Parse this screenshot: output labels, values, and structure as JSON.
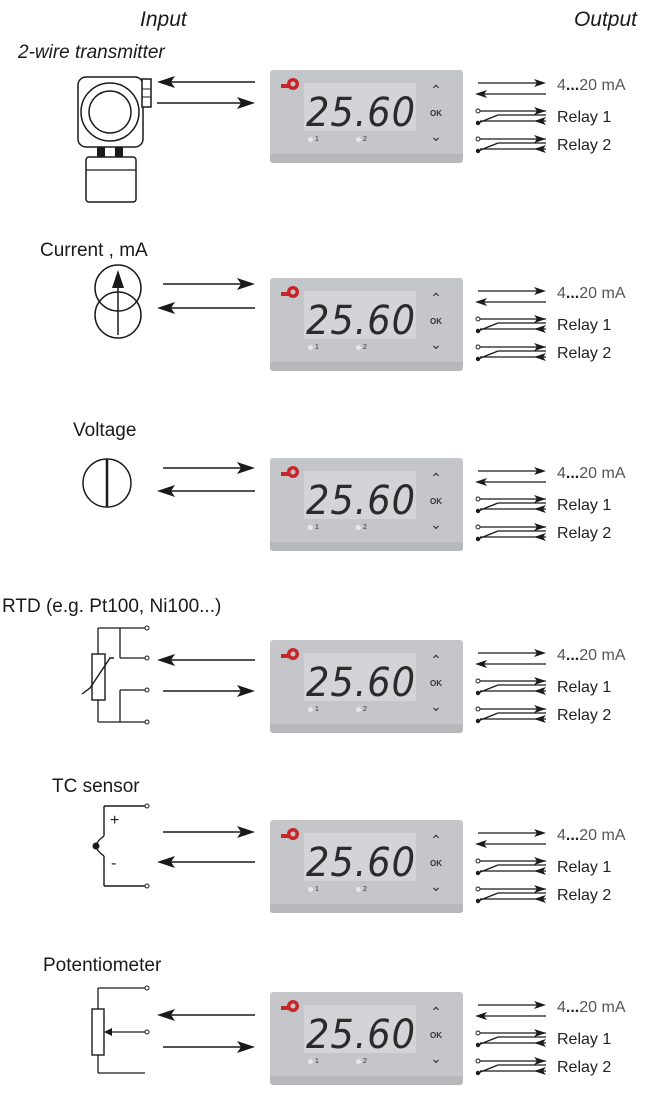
{
  "headers": {
    "input": "Input",
    "output": "Output"
  },
  "display_value": "25.60",
  "led_labels": [
    "1",
    "2"
  ],
  "keys": {
    "up": "^",
    "ok": "OK",
    "down": "v"
  },
  "outputs": {
    "ma_prefix": "4",
    "ma_dots": "...",
    "ma_suffix": "20 mA",
    "relay1": "Relay 1",
    "relay2": "Relay 2"
  },
  "rows": [
    {
      "title": "2-wire transmitter",
      "sensor": "transmitter",
      "input_direction": "bidirectional-top-left"
    },
    {
      "title": "Current , mA",
      "sensor": "current-source",
      "input_direction": "right-then-left"
    },
    {
      "title": "Voltage",
      "sensor": "voltage-source",
      "input_direction": "right-then-left"
    },
    {
      "title": "RTD (e.g. Pt100, Ni100...)",
      "sensor": "rtd",
      "input_direction": "left-then-right"
    },
    {
      "title": "TC sensor",
      "sensor": "thermocouple",
      "input_direction": "right-then-left"
    },
    {
      "title": "Potentiometer",
      "sensor": "potentiometer",
      "input_direction": "left-then-right"
    }
  ],
  "colors": {
    "panel": "#c4c6c9",
    "lcd": "#d2d4d7",
    "logo": "#c8252b",
    "line": "#1a1a1a"
  }
}
